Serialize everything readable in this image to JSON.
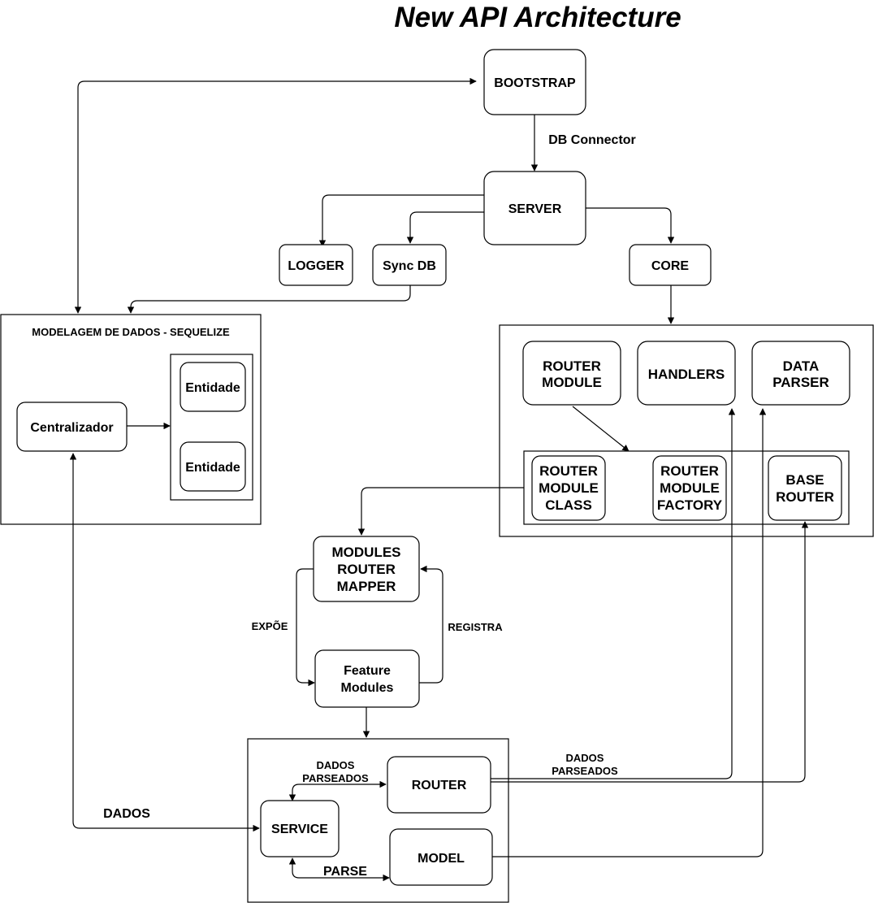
{
  "title": "New API Architecture",
  "nodes": {
    "bootstrap": "BOOTSTRAP",
    "server": "SERVER",
    "logger": "LOGGER",
    "sync_db": "Sync DB",
    "core": "CORE",
    "router_module": [
      "ROUTER",
      "MODULE"
    ],
    "handlers": "HANDLERS",
    "data_parser": [
      "DATA",
      "PARSER"
    ],
    "router_module_class": [
      "ROUTER",
      "MODULE",
      "CLASS"
    ],
    "router_module_factory": [
      "ROUTER",
      "MODULE",
      "FACTORY"
    ],
    "base_router": [
      "BASE",
      "ROUTER"
    ],
    "modules_router_mapper": [
      "MODULES",
      "ROUTER",
      "MAPPER"
    ],
    "feature_modules": [
      "Feature",
      "Modules"
    ],
    "centralizador": "Centralizador",
    "entidade_1": "Entidade",
    "entidade_2": "Entidade",
    "router": "ROUTER",
    "service": "SERVICE",
    "model": "MODEL"
  },
  "groups": {
    "modelagem": "MODELAGEM DE DADOS -  SEQUELIZE"
  },
  "edge_labels": {
    "db_connector": "DB Connector",
    "expoe": "EXPÕE",
    "registra": "REGISTRA",
    "dados_parseados_right": [
      "DADOS",
      "PARSEADOS"
    ],
    "dados_parseados_left": [
      "DADOS",
      "PARSEADOS"
    ],
    "dados": "DADOS",
    "parse": "PARSE"
  }
}
